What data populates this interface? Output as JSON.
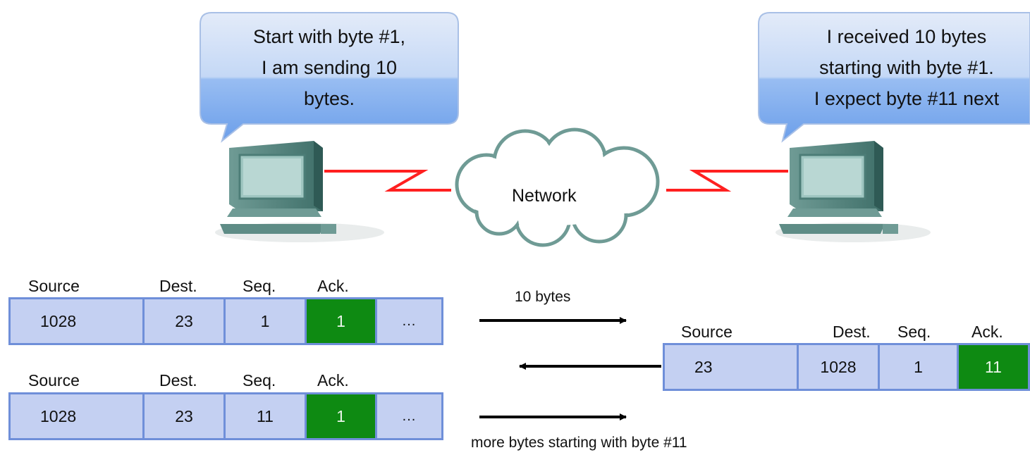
{
  "sender": {
    "bubble_lines": [
      "Start with byte #1,",
      "I am sending 10",
      "bytes."
    ]
  },
  "receiver": {
    "bubble_lines": [
      "I received 10 bytes",
      "starting with byte #1.",
      "I expect byte #11 next"
    ]
  },
  "network": {
    "label": "Network"
  },
  "headers": {
    "source": "Source",
    "dest": "Dest.",
    "seq": "Seq.",
    "ack": "Ack."
  },
  "segments": [
    {
      "source": "1028",
      "dest": "23",
      "seq": "1",
      "ack": "1",
      "more": "..."
    },
    {
      "source": "23",
      "dest": "1028",
      "seq": "1",
      "ack": "11"
    },
    {
      "source": "1028",
      "dest": "23",
      "seq": "11",
      "ack": "1",
      "more": "..."
    }
  ],
  "captions": {
    "first": "10 bytes",
    "last": "more bytes starting with byte #11"
  },
  "colors": {
    "bubble_top": "#dfe8f8",
    "bubble_bottom": "#78a9ee",
    "link": "#ff2020",
    "cell": "#c4d0f2",
    "cell_border": "#6f8fd9",
    "ack": "#0e8a12"
  }
}
